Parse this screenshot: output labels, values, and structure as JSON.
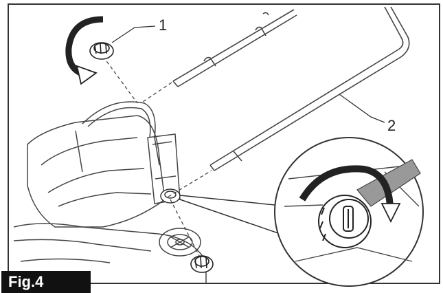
{
  "figure": {
    "label": "Fig.4",
    "callouts": [
      {
        "id": "1",
        "text": "1"
      },
      {
        "id": "2",
        "text": "2"
      }
    ]
  },
  "colors": {
    "frame": "#333333",
    "line": "#444444",
    "ink": "#222222",
    "label_bg": "#111111",
    "label_text": "#ffffff",
    "arrow_fill": "#222222",
    "hatch": "#777777"
  },
  "icons": {
    "rotate_arrow": "curved-arrow-icon",
    "knob": "knob-icon"
  }
}
